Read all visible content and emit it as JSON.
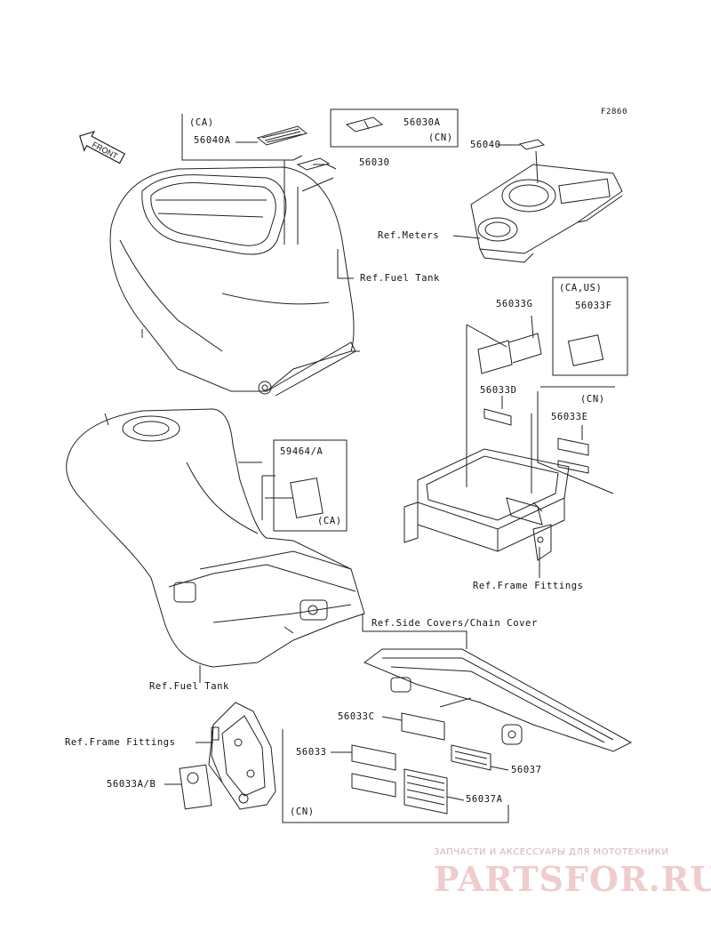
{
  "figure_code": "F2860",
  "front_label": "FRONT",
  "labels": {
    "ca_top": "(CA)",
    "p56040A": "56040A",
    "p56030A": "56030A",
    "cn_top": "(CN)",
    "p56030": "56030",
    "p56040": "56040",
    "ref_meters": "Ref.Meters",
    "ref_fuel_tank_top": "Ref.Fuel Tank",
    "ca_us": "(CA,US)",
    "p56033G": "56033G",
    "p56033F": "56033F",
    "p56033D": "56033D",
    "cn_mid": "(CN)",
    "p56033E": "56033E",
    "p59464A": "59464/A",
    "ca_mid": "(CA)",
    "ref_frame_fittings_right": "Ref.Frame Fittings",
    "ref_side_covers": "Ref.Side Covers/Chain Cover",
    "ref_fuel_tank_bottom": "Ref.Fuel Tank",
    "ref_frame_fittings_left": "Ref.Frame Fittings",
    "p56033C": "56033C",
    "p56033": "56033",
    "p56037": "56037",
    "p56033AB": "56033A/B",
    "p56037A": "56037A",
    "cn_bottom": "(CN)"
  },
  "watermark": {
    "tagline": "ЗАПЧАСТИ И АКСЕССУАРЫ ДЛЯ МОТОТЕХНИКИ",
    "logo": "PARTSFOR.RU"
  }
}
